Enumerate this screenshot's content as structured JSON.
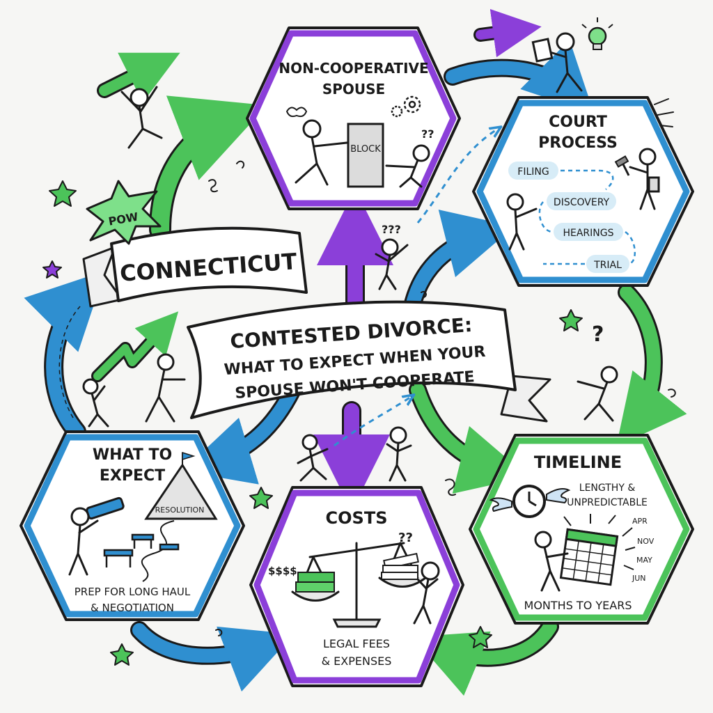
{
  "banner": {
    "state": "CONNECTICUT"
  },
  "title": {
    "line1": "CONTESTED DIVORCE:",
    "line2": "WHAT TO EXPECT WHEN YOUR",
    "line3": "SPOUSE WON'T COOPERATE"
  },
  "nodes": {
    "non_cooperative": {
      "title_line1": "NON-COOPERATIVE",
      "title_line2": "SPOUSE",
      "block_label": "BLOCK",
      "question": "??",
      "border_color": "#8b3fd9"
    },
    "court_process": {
      "title_line1": "COURT",
      "title_line2": "PROCESS",
      "steps": [
        "FILING",
        "DISCOVERY",
        "HEARINGS",
        "TRIAL"
      ],
      "border_color": "#2f8fd0"
    },
    "timeline": {
      "title": "TIMELINE",
      "subtitle_line1": "LENGTHY &",
      "subtitle_line2": "UNPREDICTABLE",
      "months": [
        "APR",
        "NOV",
        "MAY",
        "JUN"
      ],
      "footer": "MONTHS TO YEARS",
      "border_color": "#4cc35a"
    },
    "costs": {
      "title": "COSTS",
      "money": "$$$$",
      "question": "??",
      "footer_line1": "LEGAL FEES",
      "footer_line2": "& EXPENSES",
      "border_color": "#8b3fd9"
    },
    "what_to_expect": {
      "title_line1": "WHAT TO",
      "title_line2": "EXPECT",
      "mountain_label": "RESOLUTION",
      "footer_line1": "PREP FOR LONG HAUL",
      "footer_line2": "& NEGOTIATION",
      "border_color": "#2f8fd0"
    }
  },
  "doodles": {
    "pow": "POW",
    "confused": "???",
    "question": "?"
  },
  "colors": {
    "purple": "#8b3fd9",
    "blue": "#2f8fd0",
    "green": "#4cc35a",
    "ink": "#1a1a1a",
    "pill": "#d7ecf7"
  }
}
